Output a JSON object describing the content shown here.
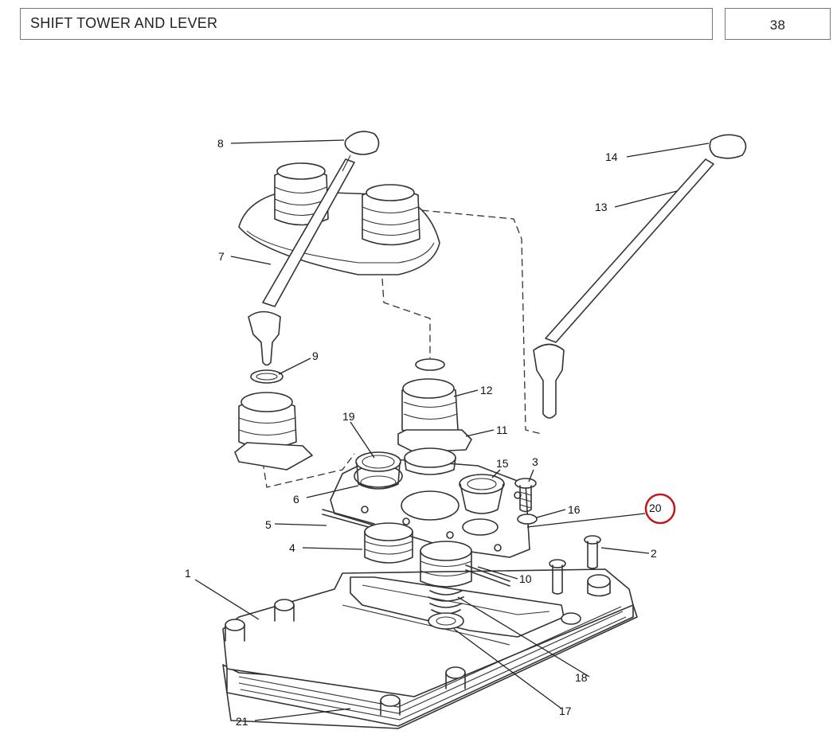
{
  "header": {
    "title": "SHIFT TOWER AND LEVER",
    "page_number": "38"
  },
  "callouts": {
    "c1": "1",
    "c2": "2",
    "c3": "3",
    "c4": "4",
    "c5": "5",
    "c6": "6",
    "c7": "7",
    "c8": "8",
    "c9": "9",
    "c10": "10",
    "c11": "11",
    "c12": "12",
    "c13": "13",
    "c14": "14",
    "c15": "15",
    "c16": "16",
    "c17": "17",
    "c18": "18",
    "c19": "19",
    "c20": "20",
    "c21": "21"
  },
  "highlight": {
    "callout": "20",
    "color": "#c0161d"
  }
}
